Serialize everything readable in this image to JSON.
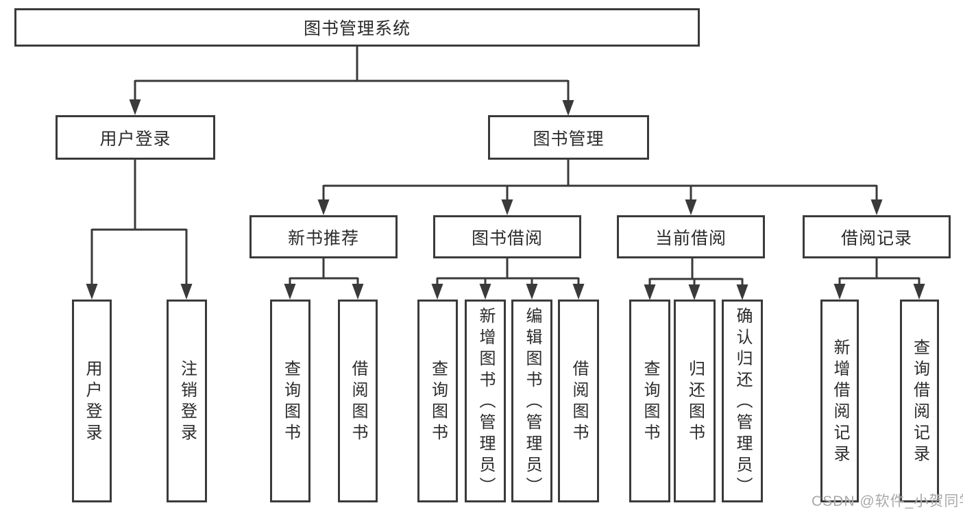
{
  "tree": {
    "root": "图书管理系统",
    "user_login": {
      "label": "用户登录",
      "children": [
        "用户登录",
        "注销登录"
      ]
    },
    "book_management": {
      "label": "图书管理",
      "children": [
        {
          "label": "新书推荐",
          "children": [
            "查询图书",
            "借阅图书"
          ]
        },
        {
          "label": "图书借阅",
          "children": [
            "查询图书",
            "新增图书（管理员）",
            "编辑图书（管理员）",
            "借阅图书"
          ]
        },
        {
          "label": "当前借阅",
          "children": [
            "查询图书",
            "归还图书",
            "确认归还（管理员）"
          ]
        },
        {
          "label": "借阅记录",
          "children": [
            "新增借阅记录",
            "查询借阅记录"
          ]
        }
      ]
    }
  },
  "watermark": "CSDN @软件_小贺同学",
  "colors": {
    "line": "#3a3a3a",
    "text": "#2b2b2b",
    "watermark": "#a8a8a8",
    "background": "#ffffff"
  }
}
